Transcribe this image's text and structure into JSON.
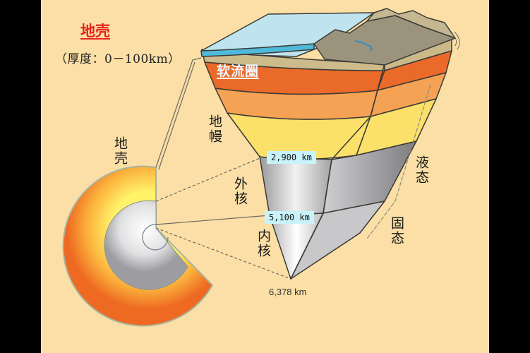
{
  "diagram": {
    "title": "地壳",
    "crust_thickness": "（厚度：0－100km）",
    "labels": {
      "asthenosphere": "软流圈",
      "mantle": "地幔",
      "crust_small": "地壳",
      "outer_core": "外核",
      "inner_core": "内核",
      "liquid_state": "液态",
      "solid_state": "固态"
    },
    "depth_markers": {
      "mantle_core_boundary": "2,900 km",
      "outer_inner_core_boundary": "5,100 km",
      "center": "6,378 km"
    },
    "colors": {
      "background": "#fbdfa6",
      "title_red": "#e8241c",
      "asthenosphere": "#ea6a2a",
      "upper_mantle": "#f5a254",
      "lower_mantle": "#fbe06a",
      "outer_core": "#a9a9ab",
      "inner_core": "#e6e6e8",
      "ocean": "#bfe4f0",
      "marker_bg": "#c9f3fb"
    }
  }
}
